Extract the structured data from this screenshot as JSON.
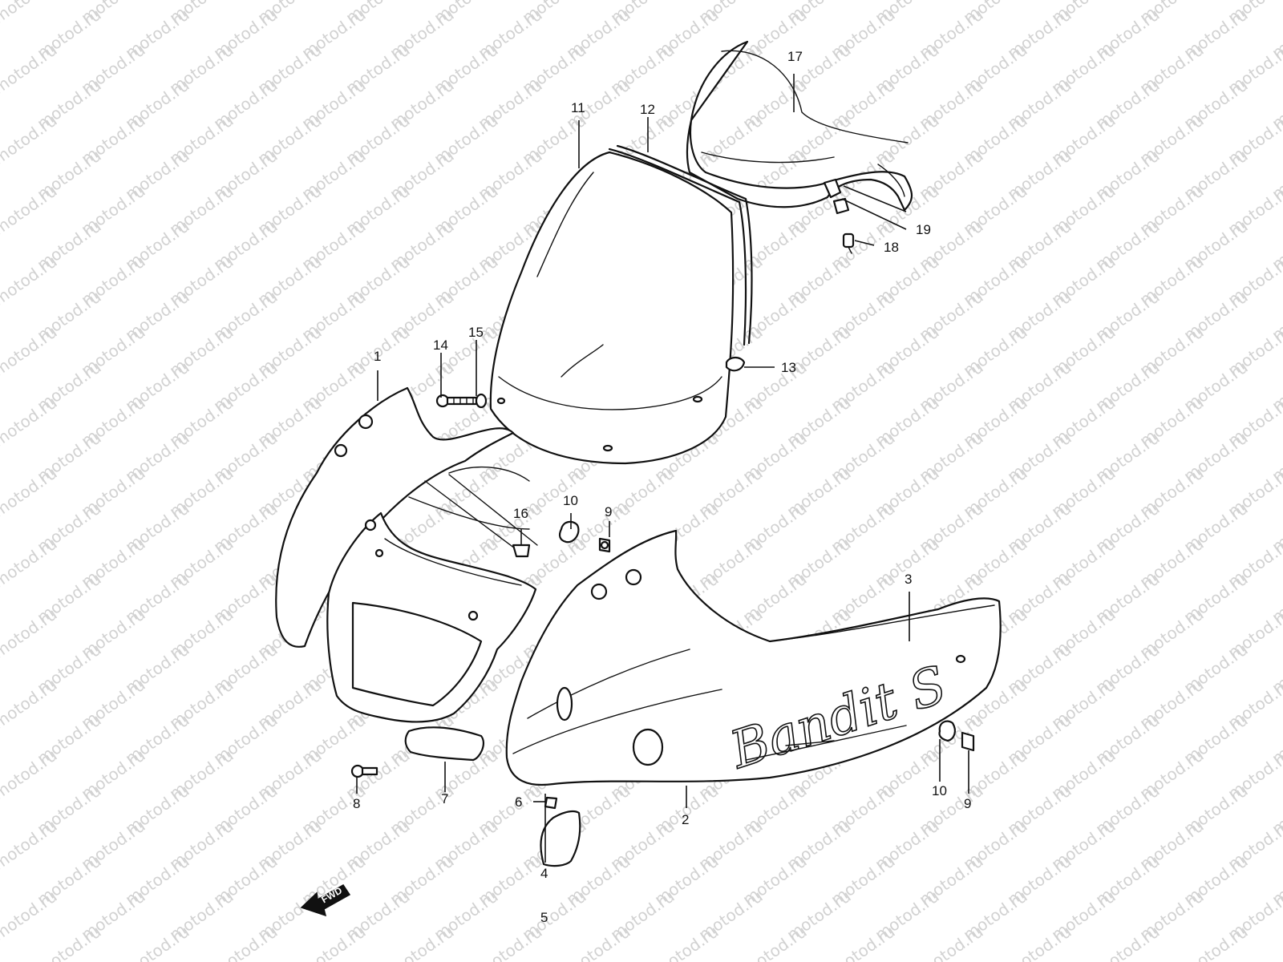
{
  "watermark_text": "motod.ru",
  "direction_label": "FWD",
  "logo_text": "Bandit S",
  "callouts": {
    "c1": "1",
    "c2": "2",
    "c3": "3",
    "c4": "4",
    "c5": "5",
    "c6": "6",
    "c7": "7",
    "c8": "8",
    "c9a": "9",
    "c9b": "9",
    "c10a": "10",
    "c10b": "10",
    "c11": "11",
    "c12": "12",
    "c13": "13",
    "c14": "14",
    "c15": "15",
    "c16": "16",
    "c17": "17",
    "c18": "18",
    "c19": "19"
  }
}
